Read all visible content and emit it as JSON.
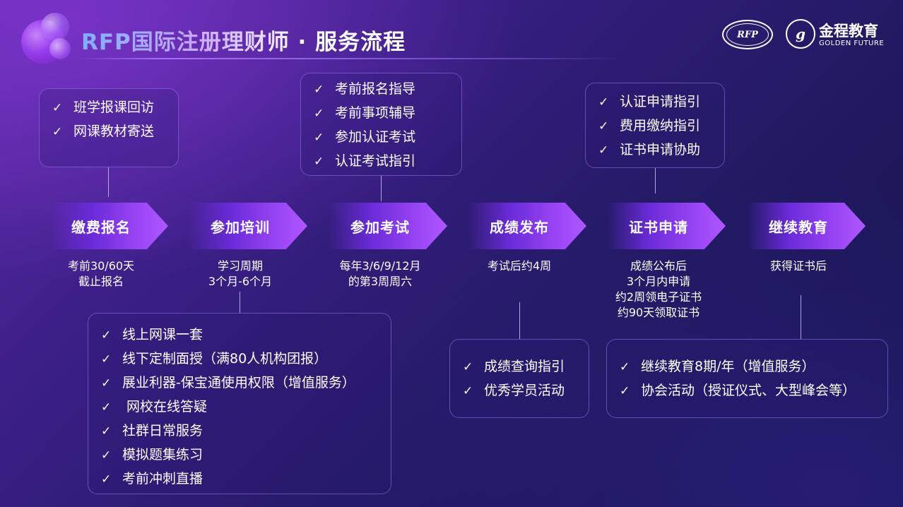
{
  "header": {
    "title": "RFP国际注册理财师 · 服务流程",
    "rfp_logo_text": "RFP",
    "brand_name": "金程教育",
    "brand_sub": "GOLDEN FUTURE",
    "brand_seal_glyph": "g"
  },
  "steps": [
    {
      "label": "缴费报名",
      "caption": [
        "考前30/60天",
        "截止报名"
      ]
    },
    {
      "label": "参加培训",
      "caption": [
        "学习周期",
        "3个月-6个月"
      ]
    },
    {
      "label": "参加考试",
      "caption": [
        "每年3/6/9/12月",
        "的第3周周六"
      ]
    },
    {
      "label": "成绩发布",
      "caption": [
        "考试后约4周"
      ]
    },
    {
      "label": "证书申请",
      "caption": [
        "成绩公布后",
        "3个月内申请",
        "约2周领电子证书",
        "约90天领取证书"
      ]
    },
    {
      "label": "继续教育",
      "caption": [
        "获得证书后"
      ]
    }
  ],
  "boxes": {
    "enroll": [
      "班学报课回访",
      "网课教材寄送"
    ],
    "exam": [
      "考前报名指导",
      "考前事项辅导",
      "参加认证考试",
      "认证考试指引"
    ],
    "cert": [
      "认证申请指引",
      "费用缴纳指引",
      "证书申请协助"
    ],
    "training": [
      "线上网课一套",
      "线下定制面授（满80人机构团报）",
      "展业利器-保宝通使用权限（增值服务）",
      " 网校在线答疑",
      "社群日常服务",
      "模拟题集练习",
      "考前冲刺直播"
    ],
    "results": [
      "成绩查询指引",
      "优秀学员活动"
    ],
    "continuing": [
      "继续教育8期/年（增值服务）",
      "协会活动（授证仪式、大型峰会等）"
    ]
  },
  "check_glyph": "✓",
  "colors": {
    "accent": "#9a45f5",
    "bg_dark": "#131446",
    "bg_purple": "#5b2aa6"
  }
}
